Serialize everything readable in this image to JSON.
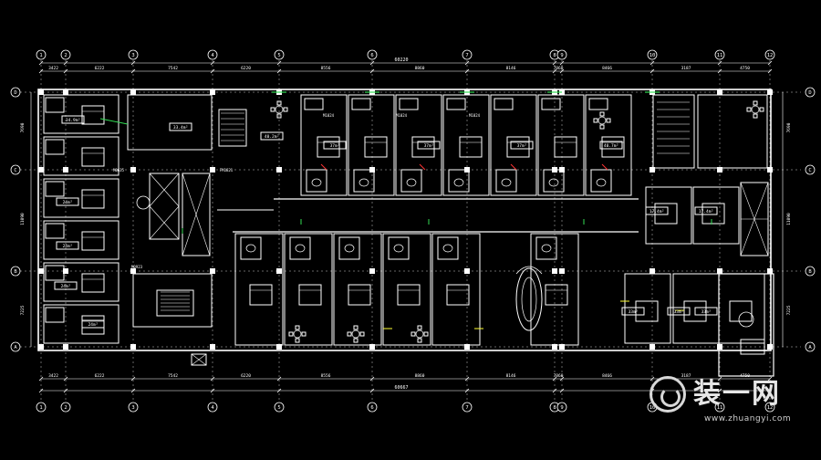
{
  "columns": [
    "1",
    "2",
    "3",
    "4",
    "5",
    "6",
    "7",
    "8",
    "9",
    "10",
    "11",
    "12"
  ],
  "rows": [
    "A",
    "B",
    "C",
    "D"
  ],
  "dims": {
    "total_top": "60220",
    "total_bottom": "60667",
    "bays": [
      "3422",
      "6222",
      "7542",
      "6220",
      "8556",
      "8860",
      "8146",
      "7860",
      "8466",
      "3187",
      "4750"
    ]
  },
  "room_labels": [
    "34.9m²",
    "33.4m²",
    "40.2m²",
    "37m²",
    "37m²",
    "37m²",
    "40.7m²",
    "17.4m²",
    "17.4m²",
    "33m²",
    "33m²",
    "33m²",
    "24m²",
    "24m²",
    "24m²",
    "24m²"
  ],
  "door_tags": [
    "M0625",
    "M1024",
    "FM1821",
    "M0923",
    "M1024",
    "M1024"
  ],
  "watermark": {
    "brand": "装一网",
    "url": "www.zhuangyi.com"
  },
  "colors": {
    "line": "#ffffff",
    "green": "#33dd55",
    "red": "#ff3333",
    "yellow": "#ffff33"
  }
}
